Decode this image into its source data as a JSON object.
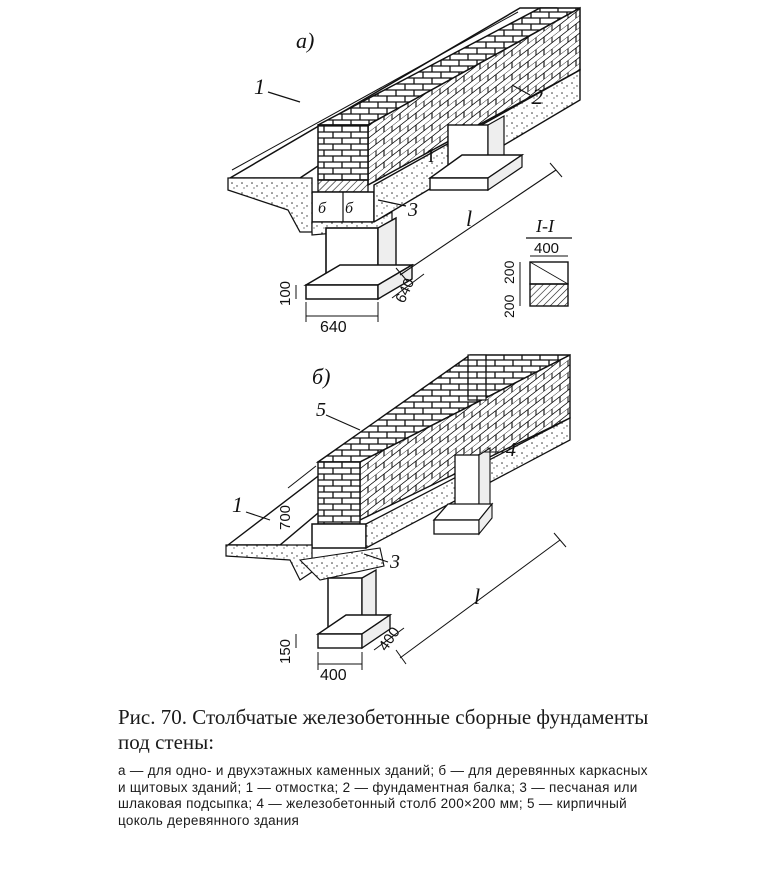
{
  "figure": {
    "part_a": {
      "label": "а)",
      "callouts": {
        "c1": "1",
        "c2": "2",
        "c3": "3"
      },
      "section_mark": "I",
      "block_letters": [
        "б",
        "б"
      ],
      "span": "l",
      "dims": {
        "height": "100",
        "width_front": "640",
        "width_side": "640"
      },
      "section": {
        "title": "I-I",
        "width": "400",
        "upper": "200",
        "lower": "200"
      }
    },
    "part_b": {
      "label": "б)",
      "callouts": {
        "c1": "1",
        "c3": "3",
        "c4": "4",
        "c5": "5"
      },
      "span": "l",
      "dims": {
        "plinth": "700",
        "height": "150",
        "width_front": "400",
        "width_side": "400"
      }
    }
  },
  "caption": {
    "title": "Рис. 70. Столбчатые железобетонные сборные фундаменты под стены:",
    "body": "а — для одно- и двухэтажных каменных зданий; б — для деревянных каркасных и щитовых зданий; 1 — отмостка; 2 — фундаментная балка; 3 — песчаная или шлаковая подсыпка; 4 — железобетонный столб 200×200 мм; 5 — кирпичный цоколь деревянного здания"
  }
}
